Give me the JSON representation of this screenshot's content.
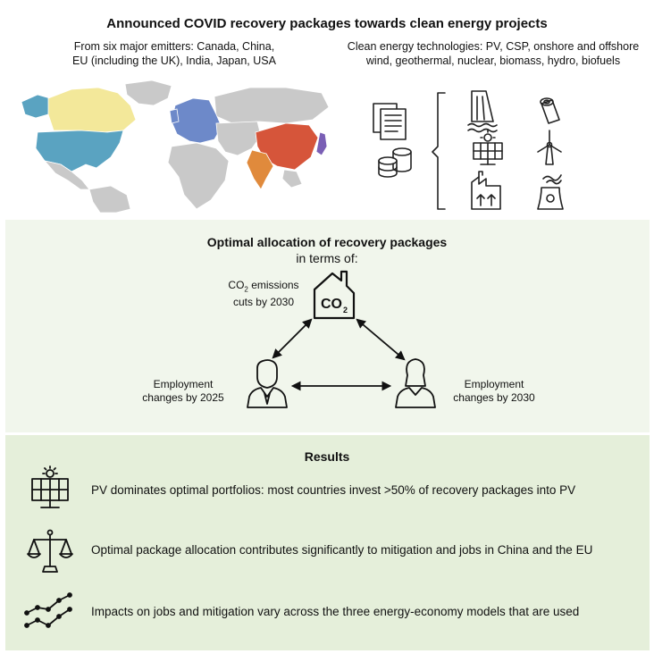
{
  "title": "Announced COVID recovery packages towards clean energy projects",
  "emitters_caption": [
    "From six major emitters: Canada, China,",
    "EU (including the UK), India, Japan, USA"
  ],
  "technologies_caption": [
    "Clean energy technologies: PV, CSP, onshore and offshore",
    "wind, geothermal, nuclear, biomass, hydro, biofuels"
  ],
  "map": {
    "regions": [
      {
        "name": "Canada",
        "color": "#f3e89a"
      },
      {
        "name": "USA",
        "color": "#5aa3c1"
      },
      {
        "name": "EU",
        "color": "#6d89c9"
      },
      {
        "name": "China",
        "color": "#d6553a"
      },
      {
        "name": "India",
        "color": "#e08a3c"
      },
      {
        "name": "Japan",
        "color": "#7a5fb5"
      }
    ],
    "other_color": "#c9c9c9"
  },
  "tech_icons": [
    "document-icon",
    "coins-icon",
    "hydro-dam-icon",
    "biomass-log-icon",
    "solar-panel-icon",
    "wind-turbine-icon",
    "geothermal-icon",
    "nuclear-plant-icon"
  ],
  "optimal": {
    "title": "Optimal allocation of recovery packages",
    "subtitle": "in terms of:",
    "co2_label_1": "CO",
    "co2_label_sub": "2",
    "co2_label_2": " emissions",
    "co2_label_3": "cuts by 2030",
    "co2_icon_text": "CO",
    "co2_icon_sub": "2",
    "emp2025": [
      "Employment",
      "changes by 2025"
    ],
    "emp2030": [
      "Employment",
      "changes by 2030"
    ]
  },
  "results": {
    "title": "Results",
    "items": [
      {
        "icon": "solar-panel-icon",
        "text": "PV dominates optimal portfolios: most countries invest >50% of recovery packages into PV"
      },
      {
        "icon": "balance-scale-icon",
        "text": "Optimal package allocation contributes significantly to mitigation and jobs in China and the EU"
      },
      {
        "icon": "trend-lines-icon",
        "text": "Impacts on jobs and mitigation vary across the three energy-economy models that are used"
      }
    ]
  }
}
